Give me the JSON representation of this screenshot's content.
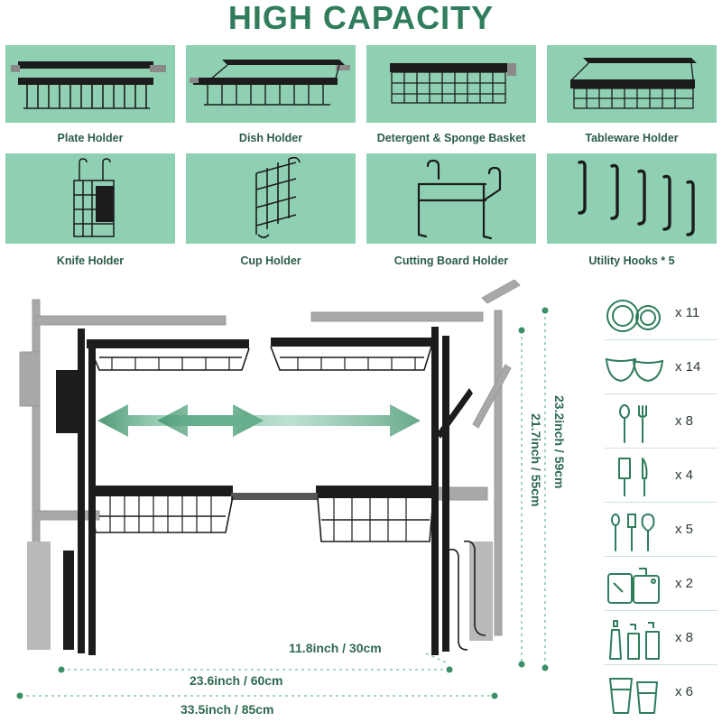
{
  "title": "HIGH CAPACITY",
  "accessories": [
    {
      "label": "Plate Holder",
      "icon": "plate-holder-icon"
    },
    {
      "label": "Dish Holder",
      "icon": "dish-holder-icon"
    },
    {
      "label": "Detergent & Sponge Basket",
      "icon": "sponge-basket-icon"
    },
    {
      "label": "Tableware Holder",
      "icon": "tableware-holder-icon"
    },
    {
      "label": "Knife Holder",
      "icon": "knife-holder-icon"
    },
    {
      "label": "Cup Holder",
      "icon": "cup-holder-icon"
    },
    {
      "label": "Cutting Board Holder",
      "icon": "cutting-board-holder-icon"
    },
    {
      "label": "Utility Hooks * 5",
      "icon": "utility-hooks-icon"
    }
  ],
  "dimensions": {
    "depth": "11.8inch / 30cm",
    "inner_width": "23.6inch / 60cm",
    "outer_width": "33.5inch / 85cm",
    "inner_height": "21.7inch / 55cm",
    "outer_height": "23.2inch / 59cm"
  },
  "capacity": [
    {
      "icon": "plates-icon",
      "count": "x 11"
    },
    {
      "icon": "bowls-icon",
      "count": "x 14"
    },
    {
      "icon": "spoon-fork-icon",
      "count": "x 8"
    },
    {
      "icon": "knives-icon",
      "count": "x 4"
    },
    {
      "icon": "kitchen-utensils-icon",
      "count": "x 5"
    },
    {
      "icon": "cutting-boards-icon",
      "count": "x 2"
    },
    {
      "icon": "detergent-bottles-icon",
      "count": "x 8"
    },
    {
      "icon": "cups-icon",
      "count": "x 6"
    }
  ],
  "colors": {
    "accent": "#2f7d5a",
    "card": "#8fd0b3",
    "rack": "#1c1c1c",
    "rack_ghost": "#9a9a9a"
  }
}
